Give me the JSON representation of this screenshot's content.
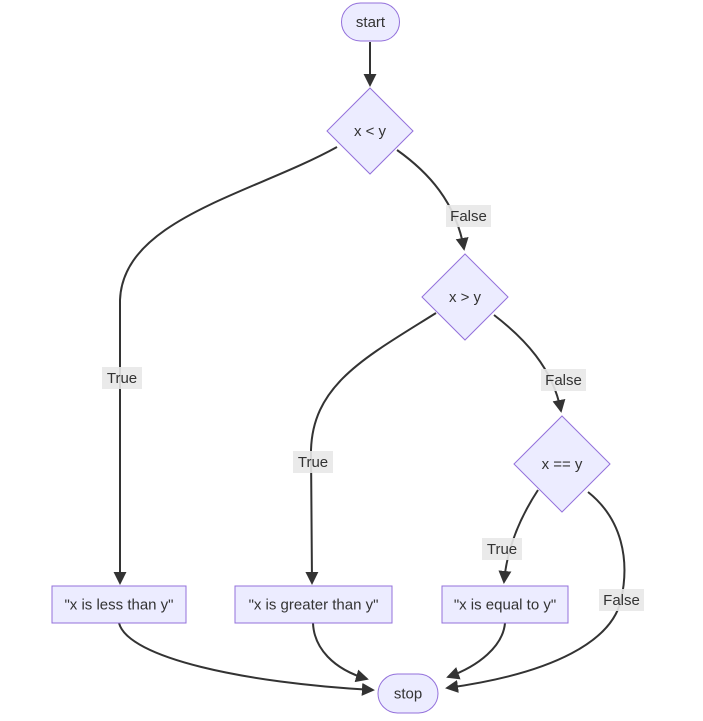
{
  "diagram": {
    "type": "flowchart",
    "orientation": "top-down",
    "background": "#ffffff",
    "colors": {
      "node_fill": "#ECECFF",
      "node_border": "#9370DB",
      "edge_color": "#333333",
      "text_color": "#333333",
      "edge_label_bg": "#e8e8e8",
      "background": "#ffffff"
    },
    "nodes": [
      {
        "id": "start",
        "shape": "stadium",
        "label": "start"
      },
      {
        "id": "cond_lt",
        "shape": "diamond",
        "label": "x < y"
      },
      {
        "id": "cond_gt",
        "shape": "diamond",
        "label": "x > y"
      },
      {
        "id": "cond_eq",
        "shape": "diamond",
        "label": "x == y"
      },
      {
        "id": "out_less",
        "shape": "rect",
        "label": "\"x is less than y\""
      },
      {
        "id": "out_greater",
        "shape": "rect",
        "label": "\"x is greater than y\""
      },
      {
        "id": "out_equal",
        "shape": "rect",
        "label": "\"x is equal to y\""
      },
      {
        "id": "stop",
        "shape": "stadium",
        "label": "stop"
      }
    ],
    "edges": [
      {
        "from": "start",
        "to": "cond_lt",
        "label": ""
      },
      {
        "from": "cond_lt",
        "to": "out_less",
        "label": "True"
      },
      {
        "from": "cond_lt",
        "to": "cond_gt",
        "label": "False"
      },
      {
        "from": "cond_gt",
        "to": "out_greater",
        "label": "True"
      },
      {
        "from": "cond_gt",
        "to": "cond_eq",
        "label": "False"
      },
      {
        "from": "cond_eq",
        "to": "out_equal",
        "label": "True"
      },
      {
        "from": "cond_eq",
        "to": "stop",
        "label": "False"
      },
      {
        "from": "out_less",
        "to": "stop",
        "label": ""
      },
      {
        "from": "out_greater",
        "to": "stop",
        "label": ""
      },
      {
        "from": "out_equal",
        "to": "stop",
        "label": ""
      }
    ]
  }
}
